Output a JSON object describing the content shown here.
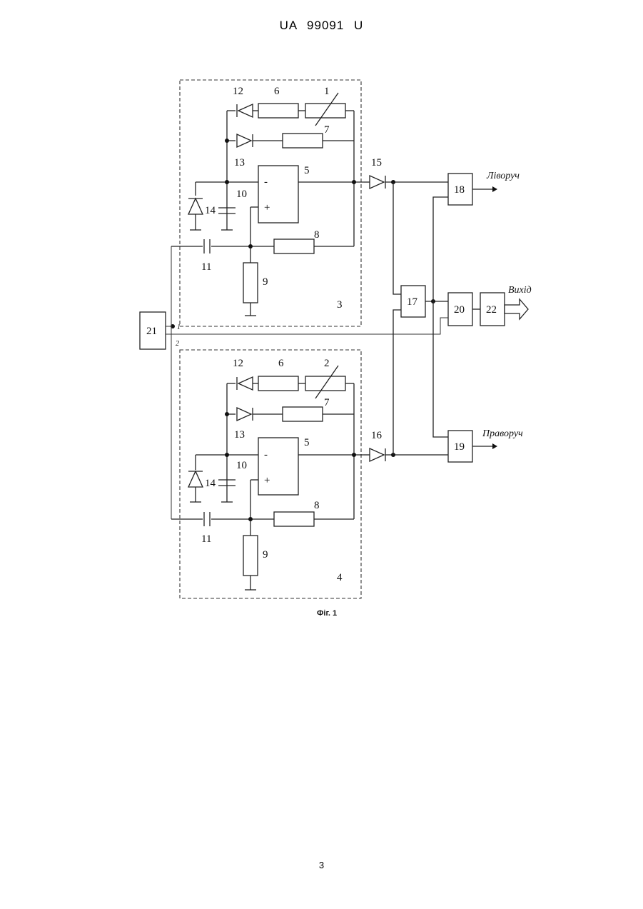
{
  "header": {
    "document_number": "UA  99091  U"
  },
  "figure": {
    "caption": "Фіг. 1",
    "signals": {
      "left": "Ліворуч",
      "output": "Вихід",
      "right": "Праворуч"
    },
    "blocks": {
      "b17": "17",
      "b18": "18",
      "b19": "19",
      "b20": "20",
      "b21": "21",
      "b22": "22"
    },
    "diodes": {
      "d15": "15",
      "d16": "16"
    },
    "pins": {
      "p1": "1",
      "p2": "2"
    },
    "upper_module": {
      "module": "3",
      "sensor": "1",
      "opamp": "5",
      "r6": "6",
      "r7": "7",
      "r8": "8",
      "r9": "9",
      "c10": "10",
      "c11": "11",
      "d12": "12",
      "d13": "13",
      "d14": "14",
      "minus": "-",
      "plus": "+"
    },
    "lower_module": {
      "module": "4",
      "sensor": "2",
      "opamp": "5",
      "r6": "6",
      "r7": "7",
      "r8": "8",
      "r9": "9",
      "c10": "10",
      "c11": "11",
      "d12": "12",
      "d13": "13",
      "d14": "14",
      "minus": "-",
      "plus": "+"
    }
  },
  "footer": {
    "page_number": "3"
  }
}
